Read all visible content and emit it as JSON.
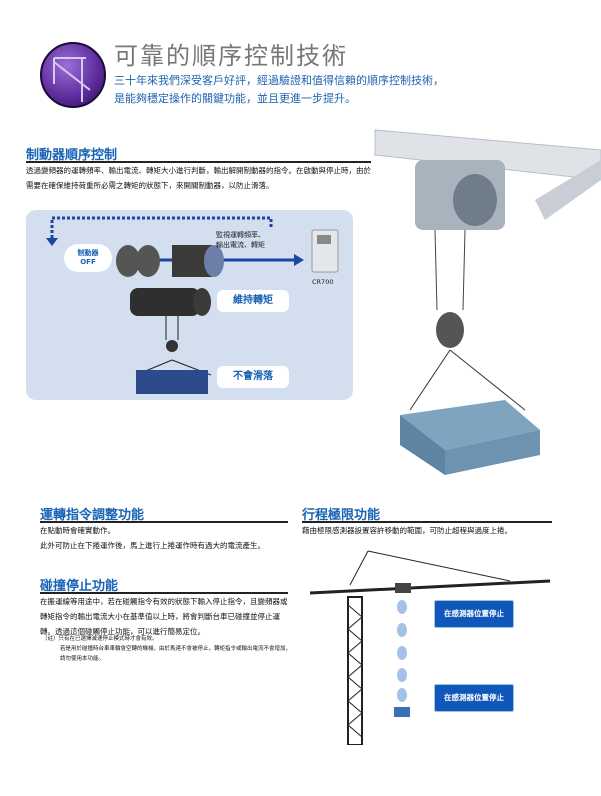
{
  "header": {
    "title": "可靠的順序控制技術",
    "intro_line1": "三十年來我們深受客戶好評，經過驗證和值得信賴的順序控制技術，",
    "intro_line2": "是能夠穩定操作的關鍵功能，並且更進一步提升。"
  },
  "brake": {
    "heading": "制動器順序控制",
    "text": "透過變頻器的運轉頻率、輸出電流、轉矩大小進行判斷，輸出解開制動器的指令。在啟動與停止時，由於需要在確保維持荷重所必需之轉矩的狀態下，來開關制動器，以防止滑落。",
    "diagram": {
      "brake_label1": "制動器",
      "brake_label2": "OFF",
      "monitor_line1": "監視運轉頻率、",
      "monitor_line2": "輸出電流、轉矩",
      "inverter_model": "CR700",
      "hold_torque": "維持轉矩",
      "no_slip": "不會滑落"
    }
  },
  "run_adjust": {
    "heading": "運轉指令調整功能",
    "line1": "在點動時會確實動作。",
    "line2": "此外可防止在下捲運作後，馬上進行上捲運作時有過大的電流產生。"
  },
  "collision": {
    "heading": "碰撞停止功能",
    "text": "在搬運線等用途中，若在碰觸指令有效的狀態下輸入停止指令，且變頻器或轉矩指令的輸出電流大小在基準值以上時，將會判斷台車已碰撞並停止運轉。透過這個碰觸停止功能，可以進行簡易定位。",
    "note_label": "（註）",
    "note1": "只有在已選擇減速停止模式時才會有效。",
    "note2": "若是用於碰撞時台車車輪會空轉的機械，由於馬達不會被停止，轉矩指令或輸出電流不會增加，請勿使用本功能。"
  },
  "travel_limit": {
    "heading": "行程極限功能",
    "text": "藉由極限感測器設置容許移動的範圍，可防止超程與過度上捲。",
    "stop1": "在感測器位置停止",
    "stop2": "在感測器位置停止"
  },
  "colors": {
    "accent": "#1a63b5",
    "panel": "#d3deef",
    "box": "#0f57b8"
  }
}
